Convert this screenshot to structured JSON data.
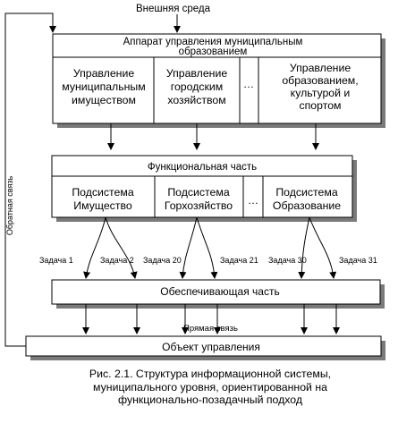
{
  "diagram": {
    "external_env": "Внешняя среда",
    "feedback": "Обратная связь",
    "direct_link": "Прямая связь",
    "admin_box": {
      "title_line1": "Аппарат управления муниципальным",
      "title_line2": "образованием",
      "depts": [
        [
          "Управление",
          "муниципальным",
          "имуществом"
        ],
        [
          "Управление",
          "городским",
          "хозяйством"
        ],
        [
          "Управление",
          "образованием,",
          "культурой и",
          "спортом"
        ]
      ],
      "ellipsis": "…"
    },
    "functional_box": {
      "title": "Функциональная часть",
      "subsystems": [
        [
          "Подсистема",
          "Имущество"
        ],
        [
          "Подсистема",
          "Горхозяйство"
        ],
        [
          "Подсистема",
          "Образование"
        ]
      ],
      "ellipsis": "…"
    },
    "tasks": [
      "Задача 1",
      "Задача 2",
      "Задача 20",
      "Задача 21",
      "Задача 30",
      "Задача 31"
    ],
    "support_box": "Обеспечивающая часть",
    "object_box": "Объект управления",
    "caption": [
      "Рис. 2.1. Структура информационной системы,",
      "муниципального уровня, ориентированной на",
      "функционально-позадачный подход"
    ]
  }
}
